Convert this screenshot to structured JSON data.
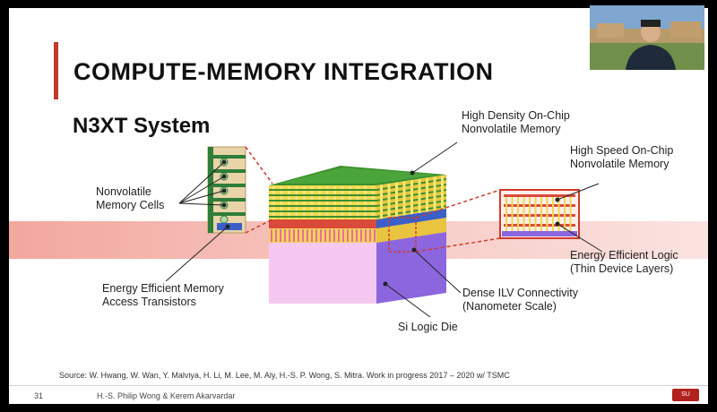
{
  "slide": {
    "title": "COMPUTE-MEMORY INTEGRATION",
    "subtitle": "N3XT System",
    "labels": {
      "high_density": "High Density On-Chip\nNonvolatile Memory",
      "high_speed": "High Speed On-Chip\nNonvolatile Memory",
      "nonvolatile_cells": "Nonvolatile\nMemory Cells",
      "energy_logic": "Energy Efficient Logic\n(Thin Device Layers)",
      "energy_memory": "Energy Efficient Memory\nAccess Transistors",
      "dense_ilv": "Dense ILV Connectivity\n(Nanometer Scale)",
      "si_logic": "Si Logic Die"
    },
    "source": "Source: W. Hwang, W. Wan, Y. Malviya, H. Li, M. Lee, M. Aly, H.-S. P. Wong, S. Mitra. Work in progress 2017 – 2020 w/ TSMC",
    "page_number": "31",
    "authors": "H.-S. Philip Wong & Kerem Akarvardar"
  },
  "colors": {
    "accent": "#c0392b",
    "band": "#f4b8b0",
    "top_layer": "#3c8f2e",
    "logic_die_front": "#f4c6ee",
    "logic_die_side": "#8f68e0",
    "callout": "#d13a2a"
  }
}
